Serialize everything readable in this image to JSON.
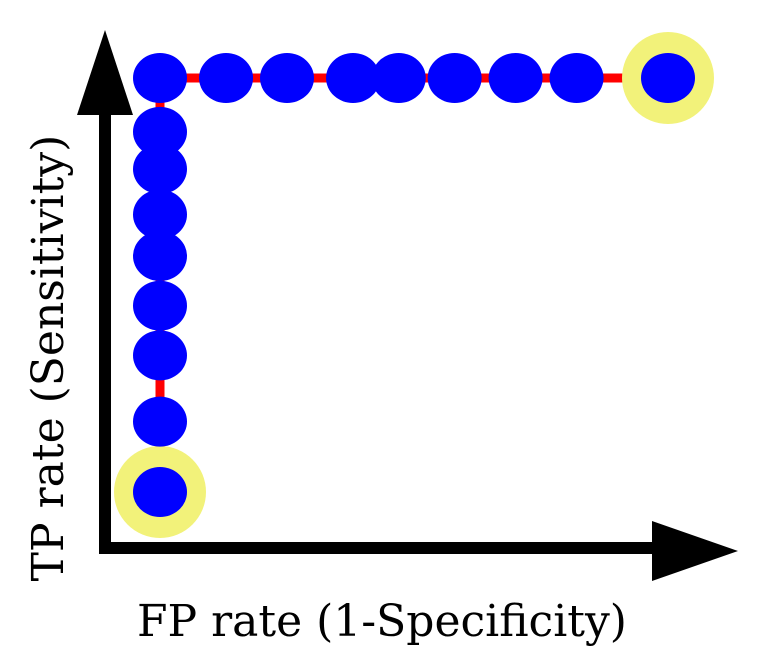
{
  "chart_data": {
    "type": "line",
    "title": "",
    "xlabel": "FP rate (1-Specificity)",
    "ylabel": "TP rate (Sensitivity)",
    "xlim": [
      0,
      1
    ],
    "ylim": [
      0,
      1
    ],
    "grid": false,
    "legend": "none",
    "colors": {
      "line": "#ff0000",
      "point": "#0000ff",
      "highlight": "#f2f27a",
      "axis": "#000000"
    },
    "series": [
      {
        "points": [
          {
            "x": 0.0,
            "y": 0.0
          },
          {
            "x": 0.0,
            "y": 0.17
          },
          {
            "x": 0.0,
            "y": 0.33
          },
          {
            "x": 0.0,
            "y": 0.45
          },
          {
            "x": 0.0,
            "y": 0.57
          },
          {
            "x": 0.0,
            "y": 0.67
          },
          {
            "x": 0.0,
            "y": 0.78
          },
          {
            "x": 0.0,
            "y": 0.87
          },
          {
            "x": 0.0,
            "y": 1.0
          },
          {
            "x": 0.13,
            "y": 1.0
          },
          {
            "x": 0.25,
            "y": 1.0
          },
          {
            "x": 0.38,
            "y": 1.0
          },
          {
            "x": 0.47,
            "y": 1.0
          },
          {
            "x": 0.58,
            "y": 1.0
          },
          {
            "x": 0.7,
            "y": 1.0
          },
          {
            "x": 0.82,
            "y": 1.0
          },
          {
            "x": 1.0,
            "y": 1.0
          }
        ],
        "highlighted": [
          0,
          16
        ]
      }
    ]
  }
}
